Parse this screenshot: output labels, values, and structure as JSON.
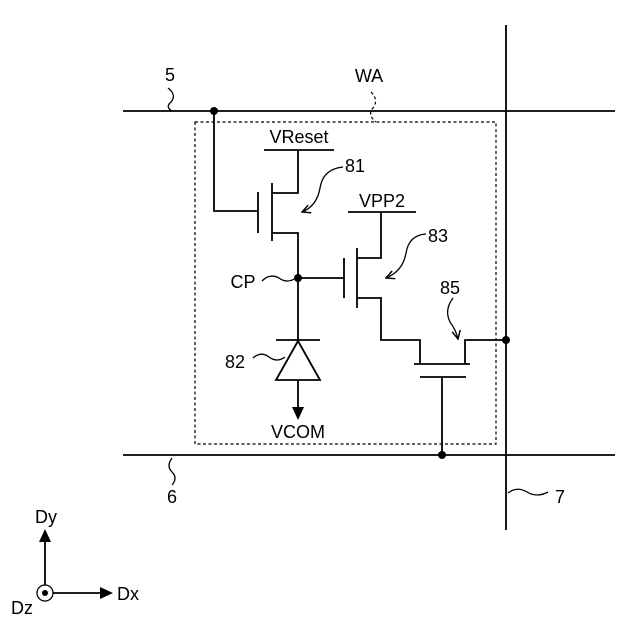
{
  "colors": {
    "line": "#000000",
    "background": "#ffffff"
  },
  "labels": {
    "line_5": "5",
    "work_area": "WA",
    "vreset": "VReset",
    "ref_81": "81",
    "vpp2": "VPP2",
    "ref_83": "83",
    "cp": "CP",
    "ref_85": "85",
    "ref_82": "82",
    "vcom": "VCOM",
    "line_6": "6",
    "line_7": "7"
  },
  "axes": {
    "dy": "Dy",
    "dx": "Dx",
    "dz": "Dz"
  }
}
